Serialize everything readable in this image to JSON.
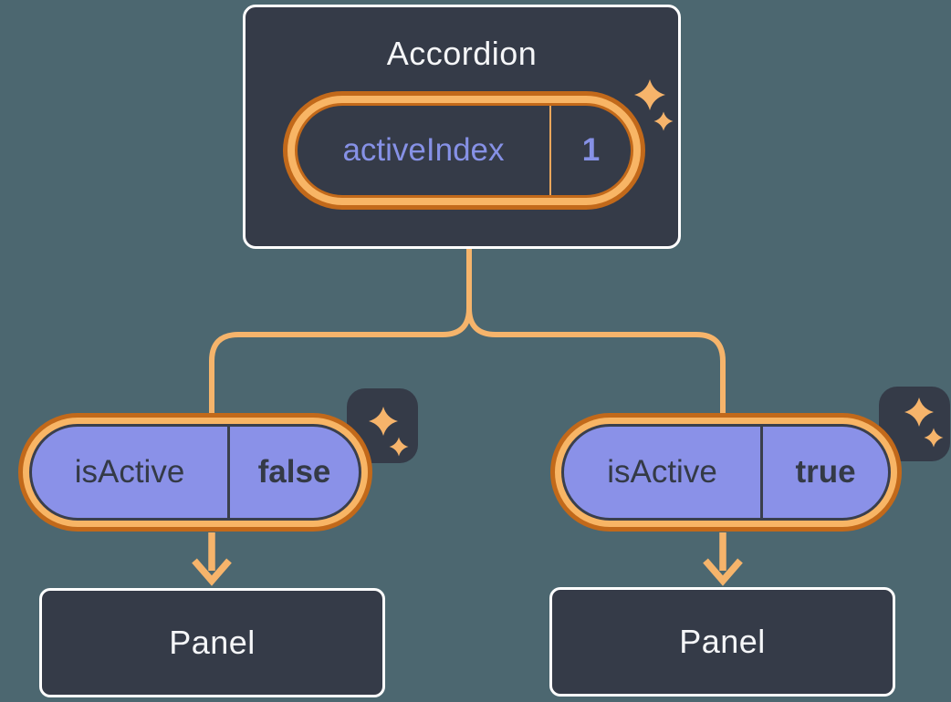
{
  "colors": {
    "background": "#4c6770",
    "box_fill": "#353b48",
    "box_border": "#ffffff",
    "pill_ring_light": "#f8b565",
    "pill_ring_dark": "#c2691a",
    "pill_purple": "#8a91e8",
    "connector_line": "#f6b46b",
    "text_light": "#f5f6f8",
    "text_periwinkle": "#8691e6",
    "text_dark": "#343a46"
  },
  "icons": {
    "sparkle": "sparkle-icon"
  },
  "diagram": {
    "root": {
      "title": "Accordion",
      "state": {
        "name": "activeIndex",
        "value": "1"
      }
    },
    "children": [
      {
        "prop": {
          "name": "isActive",
          "value": "false"
        },
        "panel": {
          "title": "Panel"
        }
      },
      {
        "prop": {
          "name": "isActive",
          "value": "true"
        },
        "panel": {
          "title": "Panel"
        }
      }
    ]
  }
}
